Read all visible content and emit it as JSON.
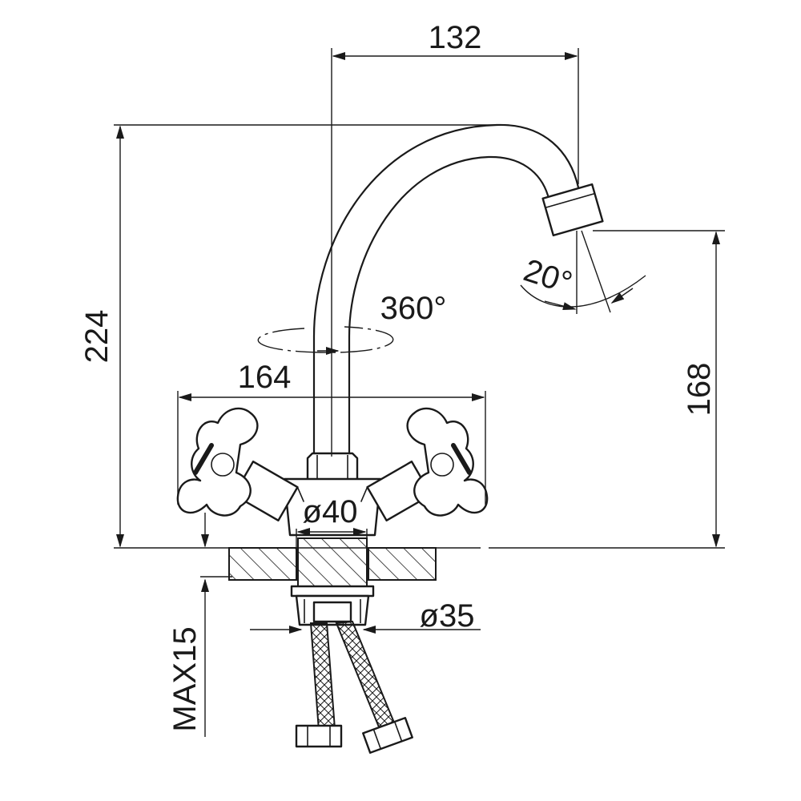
{
  "dimensions": {
    "spout_reach": "132",
    "total_height": "224",
    "spout_height": "168",
    "handle_span": "164",
    "rotation": "360°",
    "spout_tilt": "20°",
    "base_diameter": "ø40",
    "hole_diameter": "ø35",
    "max_thickness": "MAX15"
  }
}
